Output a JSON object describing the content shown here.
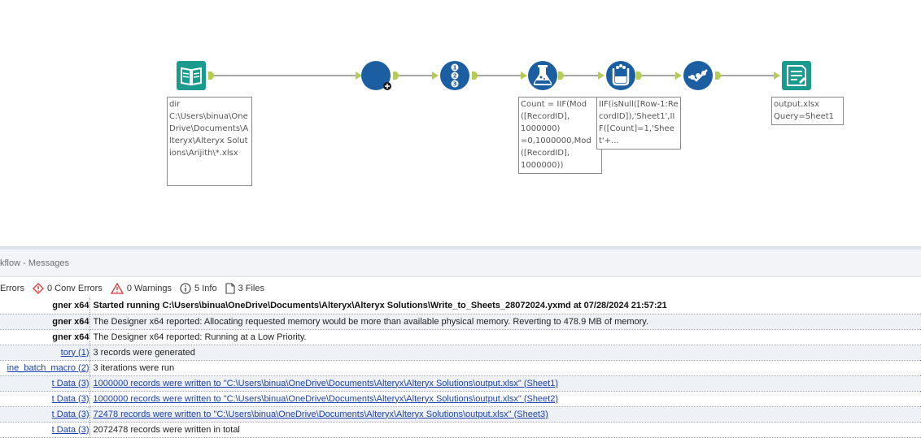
{
  "canvas": {
    "annotations": {
      "input": "dir\nC:\\Users\\binua\\OneDrive\\Documents\\Alteryx\\Alteryx Solutions\\Arijith\\*.xlsx",
      "formula": "Count = IIF(Mod\n([RecordID],\n1000000)\n=0,1000000,Mod\n([RecordID],\n1000000))",
      "formula2": "IIF(isNull([Row-1:RecordID]),'Sheet1',IIF([Count]=1,'Sheet'+...",
      "output": "output.xlsx\nQuery=Sheet1"
    }
  },
  "results": {
    "title": "kflow - Messages",
    "filters": {
      "errors": "Errors",
      "conv_errors": "0 Conv Errors",
      "warnings": "0 Warnings",
      "info": "5 Info",
      "files": "3 Files"
    },
    "rows": [
      {
        "source": "gner x64",
        "message": "Started running C:\\Users\\binua\\OneDrive\\Documents\\Alteryx\\Alteryx Solutions\\Write_to_Sheets_28072024.yxmd at 07/28/2024 21:57:21",
        "style": "bold"
      },
      {
        "source": "gner x64",
        "message": "The Designer x64 reported: Allocating requested memory would be more than available physical memory. Reverting to 478.9 MB of memory.",
        "style": "plain"
      },
      {
        "source": "gner x64",
        "message": "The Designer x64 reported: Running at a Low Priority.",
        "style": "plain"
      },
      {
        "source": "tory (1)",
        "message": "3 records were generated",
        "style": "plain"
      },
      {
        "source": "ine_batch_macro (2)",
        "message": "3 iterations were run",
        "style": "plain"
      },
      {
        "source": "t Data (3)",
        "message": "1000000 records were written to \"C:\\Users\\binua\\OneDrive\\Documents\\Alteryx\\Alteryx Solutions\\output.xlsx\" (Sheet1)",
        "style": "link"
      },
      {
        "source": "t Data (3)",
        "message": "1000000 records were written to \"C:\\Users\\binua\\OneDrive\\Documents\\Alteryx\\Alteryx Solutions\\output.xlsx\" (Sheet2)",
        "style": "link"
      },
      {
        "source": "t Data (3)",
        "message": "72478 records were written to \"C:\\Users\\binua\\OneDrive\\Documents\\Alteryx\\Alteryx Solutions\\output.xlsx\" (Sheet3)",
        "style": "link"
      },
      {
        "source": "t Data (3)",
        "message": "2072478 records were written in total",
        "style": "plain"
      }
    ]
  },
  "colors": {
    "tool_teal": "#1a9b8e",
    "tool_blue": "#1b5fa2",
    "anchor_green": "#b5cc55",
    "link_blue": "#1a3fb0"
  },
  "icons": [
    "input-data-icon",
    "batch-macro-icon",
    "record-id-icon",
    "formula-icon",
    "multi-row-formula-icon",
    "select-records-icon",
    "output-data-icon",
    "error-icon",
    "conv-error-icon",
    "warning-icon",
    "info-icon",
    "file-icon"
  ]
}
